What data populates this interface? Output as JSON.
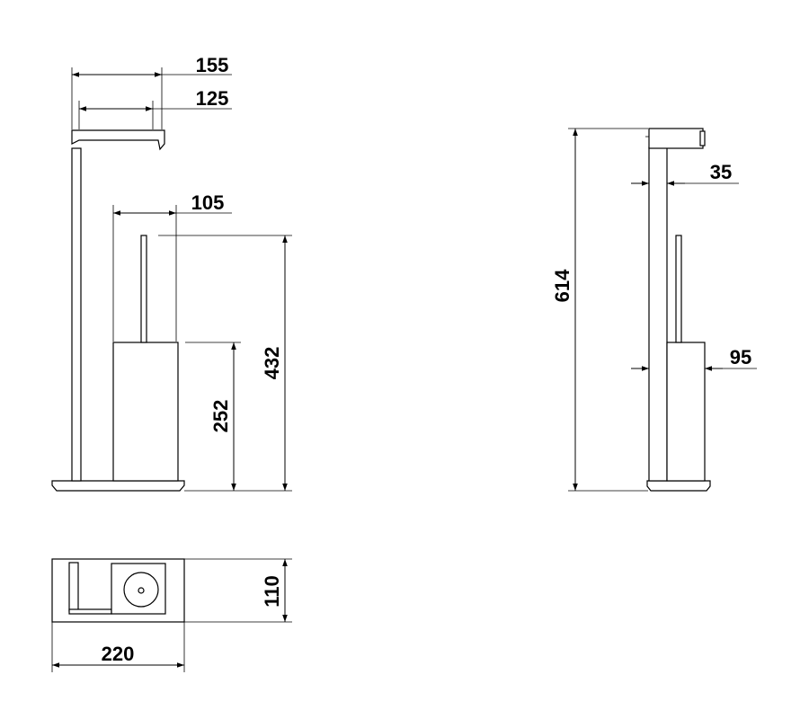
{
  "dimensions": {
    "width_155": "155",
    "width_125": "125",
    "width_105": "105",
    "height_432": "432",
    "height_252": "252",
    "height_614": "614",
    "depth_35": "35",
    "depth_95": "95",
    "depth_110": "110",
    "width_220": "220"
  }
}
